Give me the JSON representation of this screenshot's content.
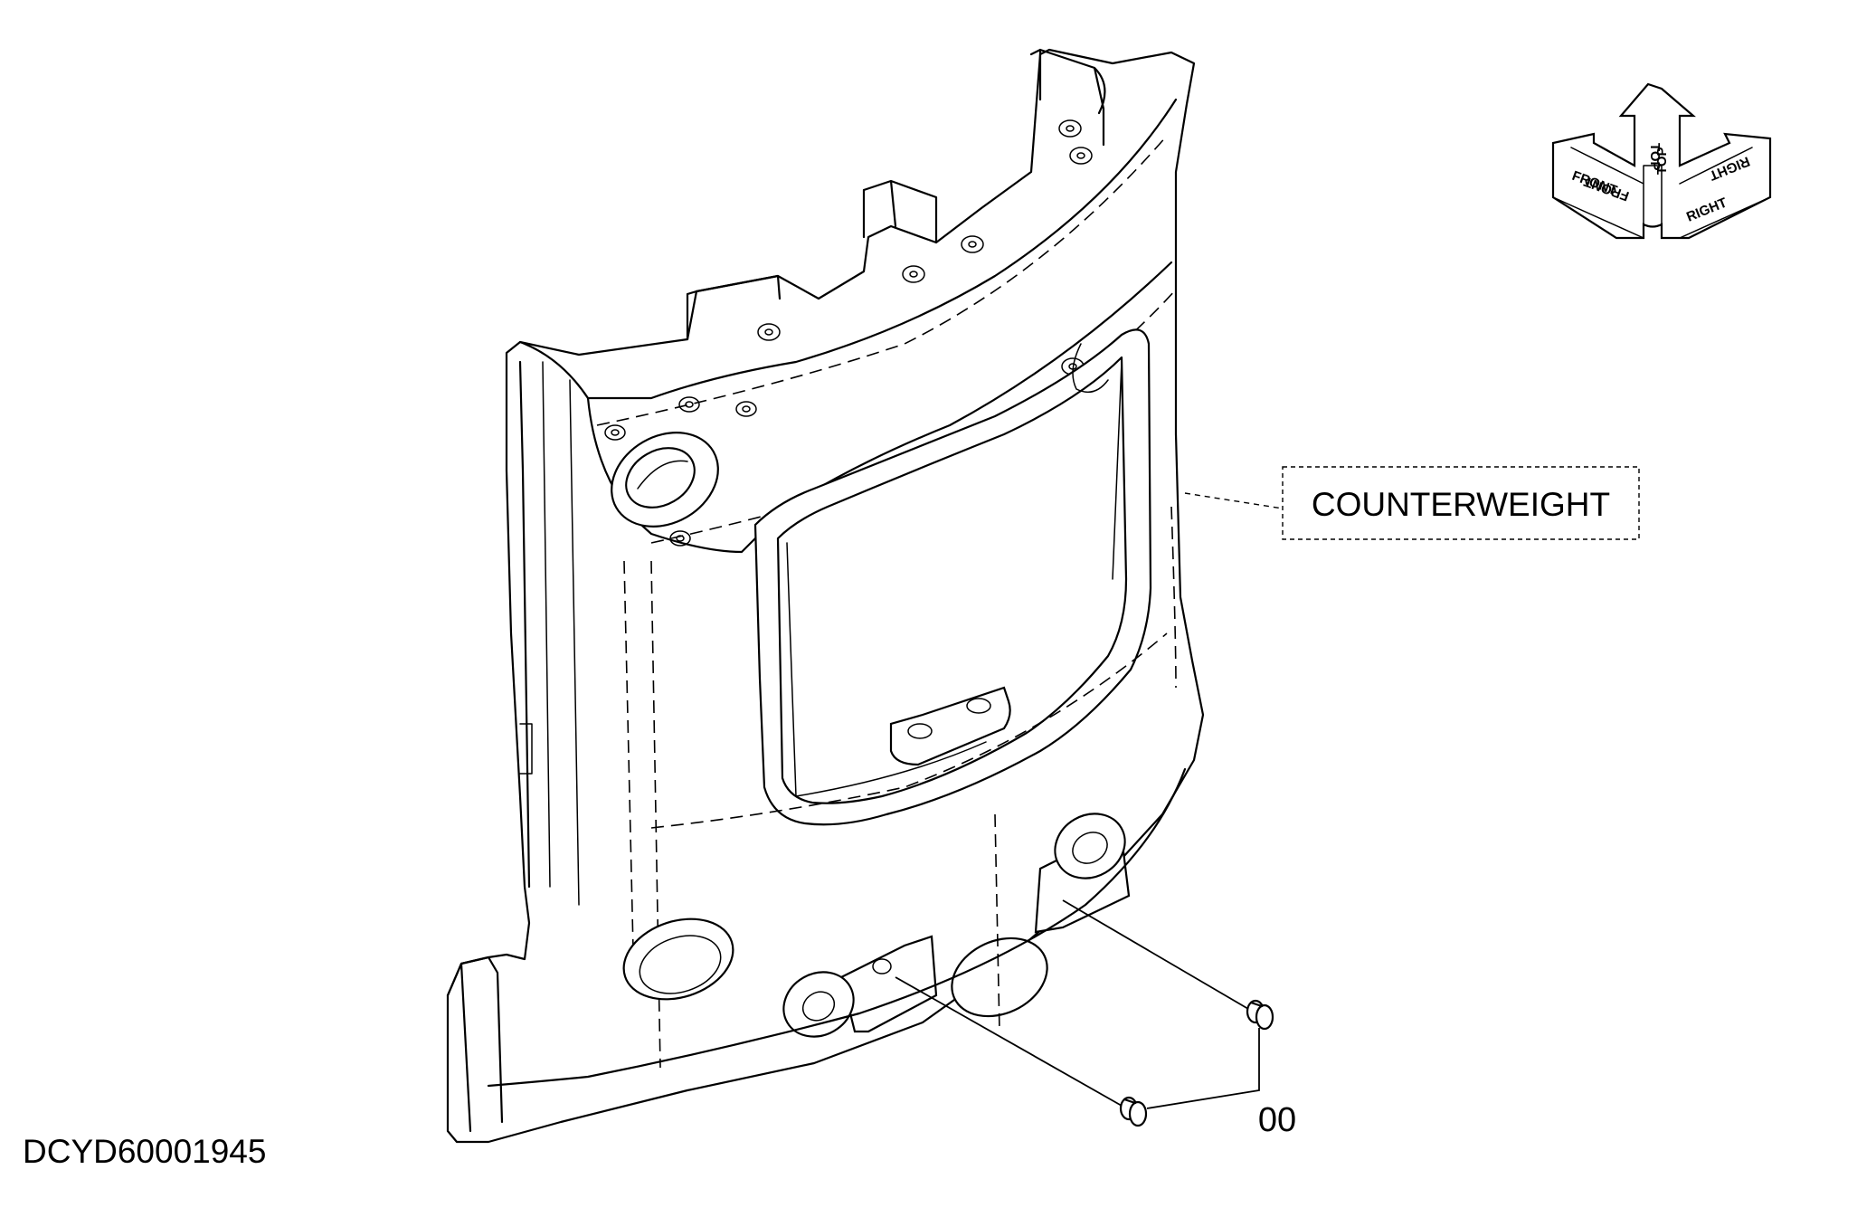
{
  "labels": {
    "part_name": "COUNTERWEIGHT",
    "item_number": "00",
    "drawing_code": "DCYD60001945"
  },
  "orientation": {
    "front": "FRONT",
    "top": "TOP",
    "right": "RIGHT",
    "front_mirror": "FRONT",
    "top_mirror": "TOP",
    "right_mirror": "RIGHT"
  },
  "colors": {
    "line": "#000000",
    "background": "#ffffff"
  }
}
